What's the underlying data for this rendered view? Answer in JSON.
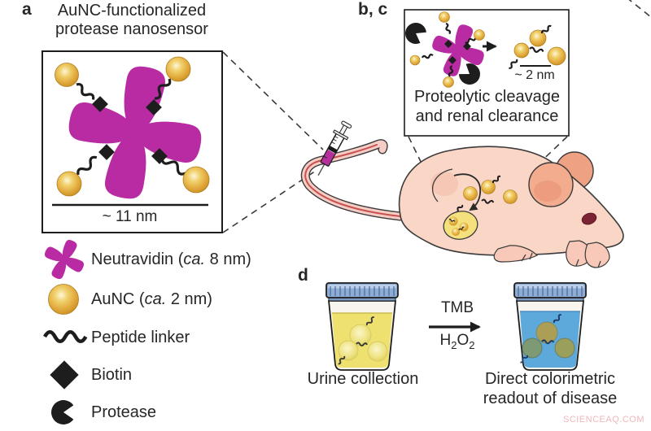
{
  "panel_a": {
    "letter": "a",
    "title_line1": "AuNC-functionalized",
    "title_line2": "protease nanosensor",
    "scale_label": "~ 11 nm"
  },
  "panel_bc": {
    "letter": "b, c",
    "caption_line1": "Proteolytic cleavage",
    "caption_line2": "and renal clearance",
    "scale_label": "~ 2 nm"
  },
  "legend": {
    "items": [
      {
        "icon": "neutravidin-pinwheel",
        "pre": "Neutravidin (",
        "italic": "ca.",
        "post": " 8 nm)"
      },
      {
        "icon": "aunc-gold-sphere",
        "pre": "AuNC (",
        "italic": "ca.",
        "post": " 2 nm)"
      },
      {
        "icon": "peptide-linker-squiggle",
        "pre": "Peptide linker",
        "italic": "",
        "post": ""
      },
      {
        "icon": "biotin-diamond",
        "pre": "Biotin",
        "italic": "",
        "post": ""
      },
      {
        "icon": "protease-pacman",
        "pre": "Protease",
        "italic": "",
        "post": ""
      }
    ]
  },
  "panel_d": {
    "letter": "d",
    "left_jar_label": "Urine collection",
    "reaction_top": "TMB",
    "reaction_bottom": {
      "p1": "H",
      "s1": "2",
      "p2": "O",
      "s2": "2"
    },
    "right_jar_label_line1": "Direct colorimetric",
    "right_jar_label_line2": "readout of disease"
  },
  "watermark": "SCIENCEAQ.COM",
  "colors": {
    "neutravidin_magenta": "#b82ba3",
    "gold": "#e0a83a",
    "ink_black": "#1d1d1d",
    "mouse_body": "#f9d6c6",
    "mouse_ear": "#f3ac8e",
    "mouse_eye": "#7c2433",
    "tail_stripe": "#c85050",
    "bladder_yellow": "#f4e07c",
    "jar_lid_blue": "#8fadd4",
    "urine_yellow": "#efe170",
    "assay_blue": "#5ea9dc",
    "watermark_pink": "#f0b6ba"
  }
}
